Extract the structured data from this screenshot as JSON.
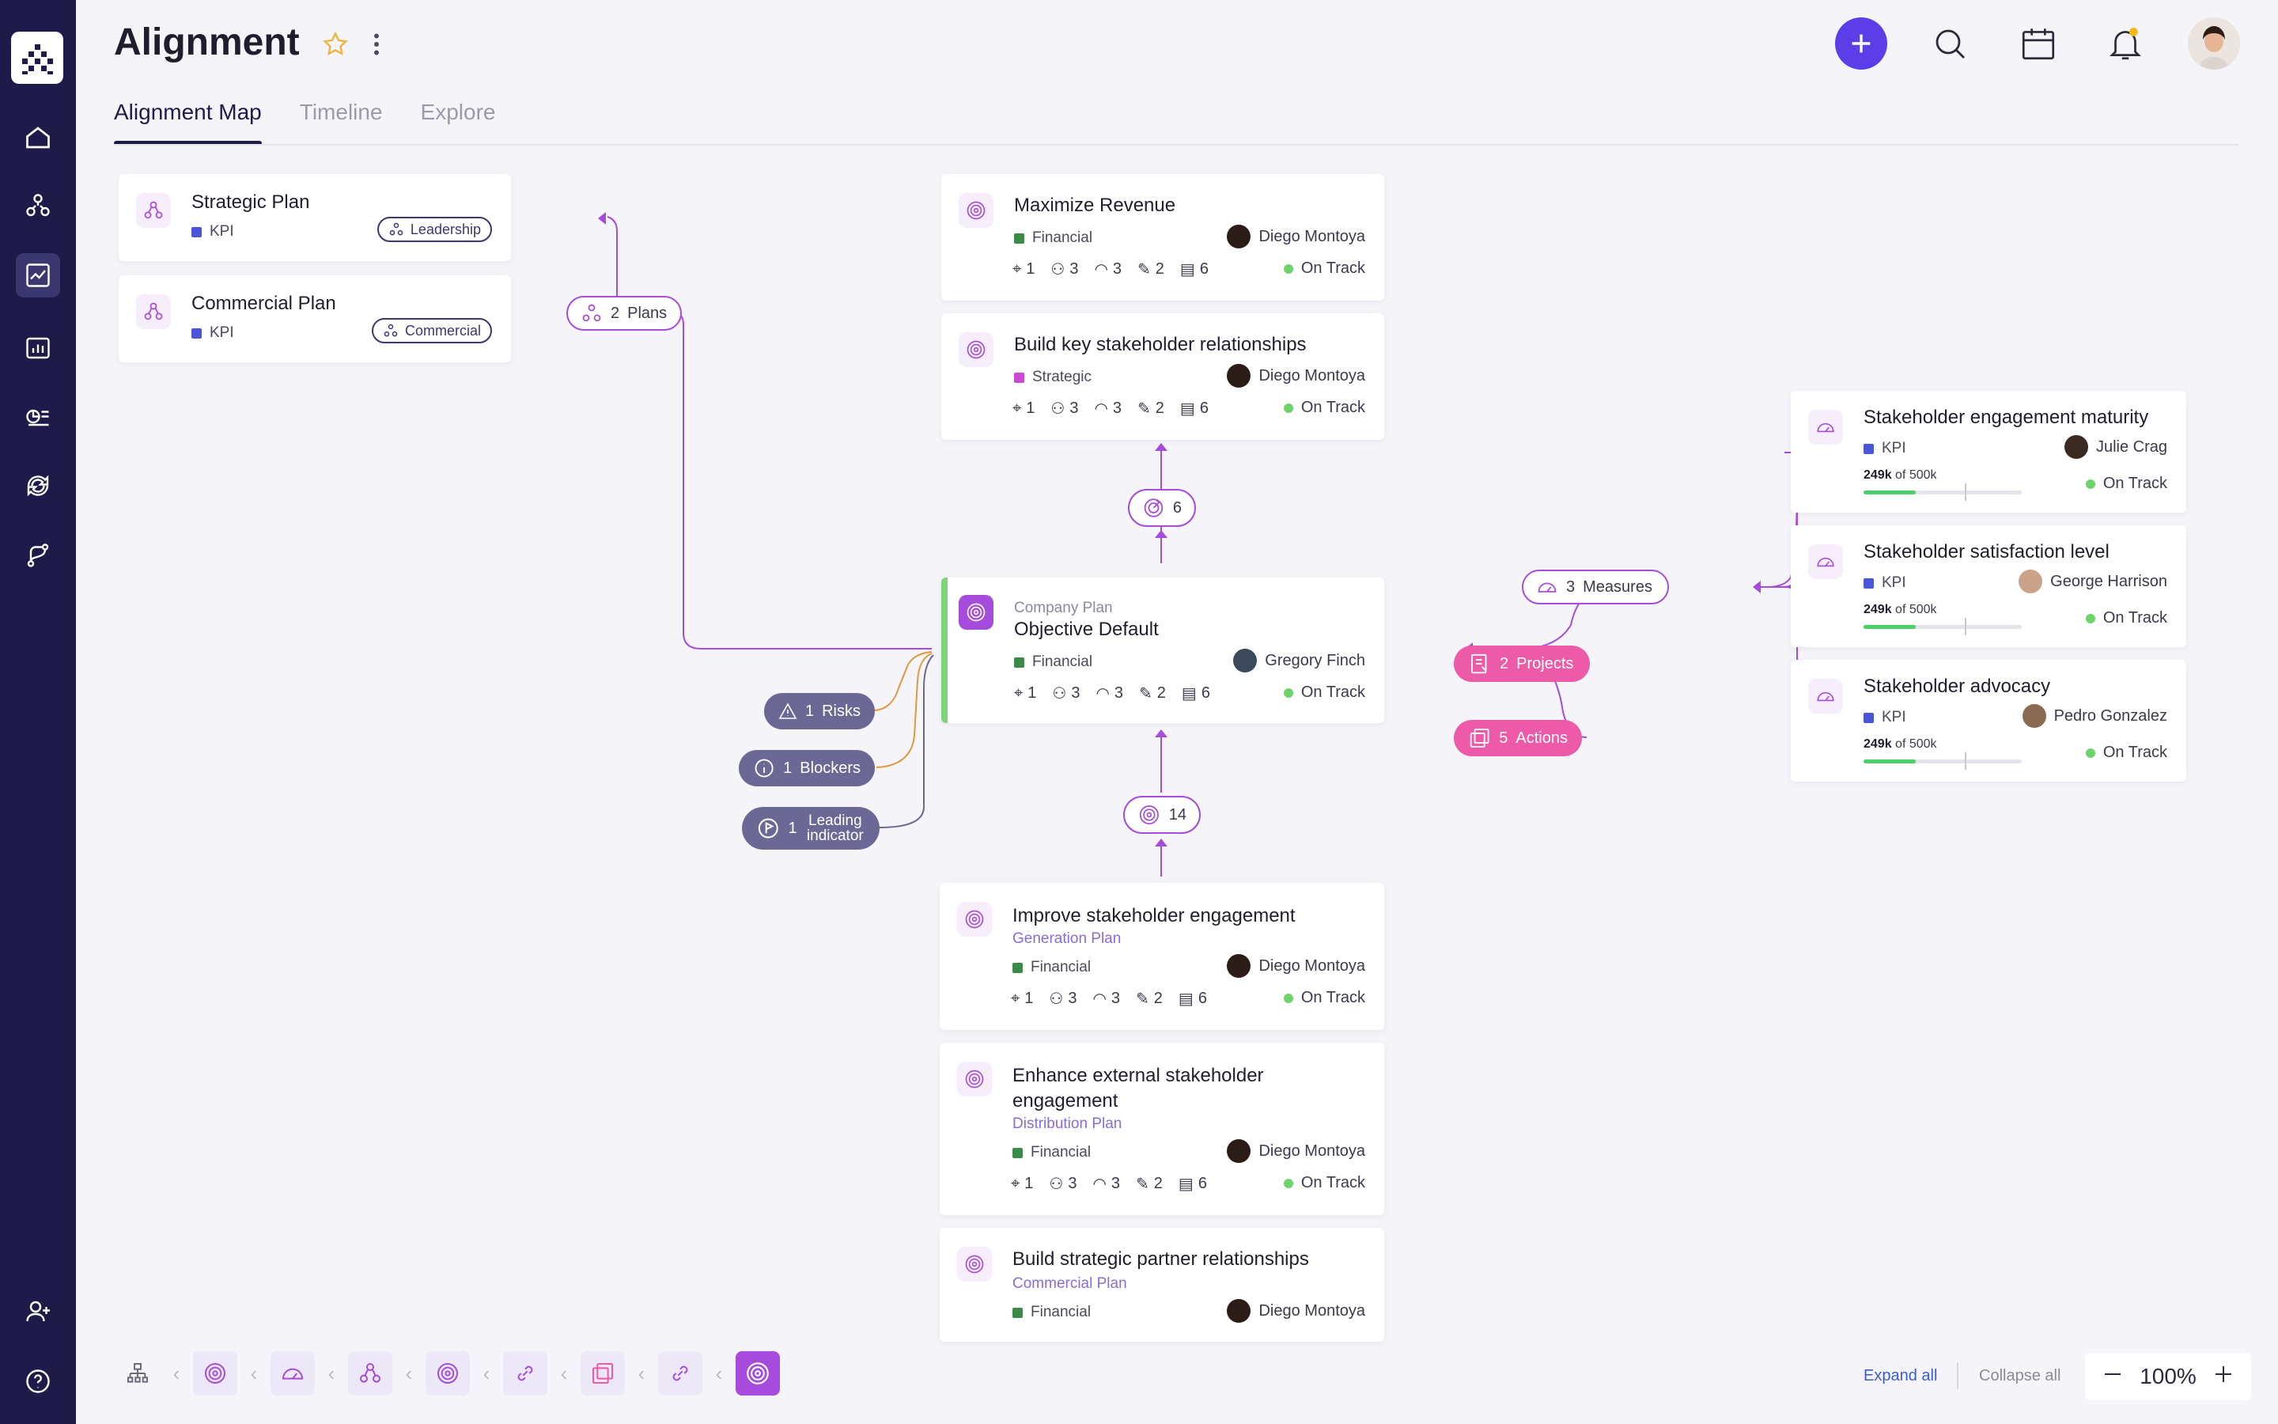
{
  "app": {
    "title": "Alignment"
  },
  "tabs": [
    {
      "label": "Alignment Map"
    },
    {
      "label": "Timeline"
    },
    {
      "label": "Explore"
    }
  ],
  "plans": [
    {
      "name": "Strategic Plan",
      "type": "KPI",
      "tag": "Leadership"
    },
    {
      "name": "Commercial Plan",
      "type": "KPI",
      "tag": "Commercial"
    }
  ],
  "plans_pill": {
    "count": "2",
    "label": "Plans"
  },
  "parents": [
    {
      "title": "Maximize Revenue",
      "category": "Financial",
      "owner": "Diego Montoya",
      "stats": [
        "1",
        "3",
        "3",
        "2",
        "6"
      ],
      "status": "On Track"
    },
    {
      "title": "Build key stakeholder relationships",
      "category": "Strategic",
      "owner": "Diego Montoya",
      "stats": [
        "1",
        "3",
        "3",
        "2",
        "6"
      ],
      "status": "On Track"
    }
  ],
  "parents_pill": {
    "count": "6"
  },
  "center": {
    "plan": "Company Plan",
    "title": "Objective Default",
    "category": "Financial",
    "owner": "Gregory Finch",
    "stats": [
      "1",
      "3",
      "3",
      "2",
      "6"
    ],
    "status": "On Track"
  },
  "left_pills": [
    {
      "count": "1",
      "label": "Risks"
    },
    {
      "count": "1",
      "label": "Blockers"
    },
    {
      "count": "1",
      "label": "Leading indicator"
    }
  ],
  "right_pills": {
    "measures": {
      "count": "3",
      "label": "Measures"
    },
    "projects": {
      "count": "2",
      "label": "Projects"
    },
    "actions": {
      "count": "5",
      "label": "Actions"
    }
  },
  "children_pill": {
    "count": "14"
  },
  "children": [
    {
      "title": "Improve stakeholder engagement",
      "plan": "Generation Plan",
      "category": "Financial",
      "owner": "Diego Montoya",
      "stats": [
        "1",
        "3",
        "3",
        "2",
        "6"
      ],
      "status": "On Track"
    },
    {
      "title": "Enhance external stakeholder engagement",
      "plan": "Distribution Plan",
      "category": "Financial",
      "owner": "Diego Montoya",
      "stats": [
        "1",
        "3",
        "3",
        "2",
        "6"
      ],
      "status": "On Track"
    },
    {
      "title": "Build strategic partner relationships",
      "plan": "Commercial Plan",
      "category": "Financial",
      "owner": "Diego Montoya"
    }
  ],
  "measures": [
    {
      "title": "Stakeholder engagement maturity",
      "type": "KPI",
      "owner": "Julie Crag",
      "value": "249k",
      "of": "of 500k",
      "progress": 0.33,
      "status": "On Track"
    },
    {
      "title": "Stakeholder satisfaction level",
      "type": "KPI",
      "owner": "George Harrison",
      "value": "249k",
      "of": "of 500k",
      "progress": 0.33,
      "status": "On Track"
    },
    {
      "title": "Stakeholder advocacy",
      "type": "KPI",
      "owner": "Pedro Gonzalez",
      "value": "249k",
      "of": "of 500k",
      "progress": 0.33,
      "status": "On Track"
    }
  ],
  "footer": {
    "expand_all": "Expand all",
    "collapse_all": "Collapse all",
    "zoom": "100%"
  },
  "colors": {
    "accent": "#5b3ee8",
    "sidebar": "#1e1b4b",
    "link": "#a64bdc",
    "pink": "#ec5aa8",
    "on_track": "#6fd36c",
    "financial": "#3c8a4a",
    "strategic": "#c84bd2",
    "kpi": "#4a55d8"
  }
}
